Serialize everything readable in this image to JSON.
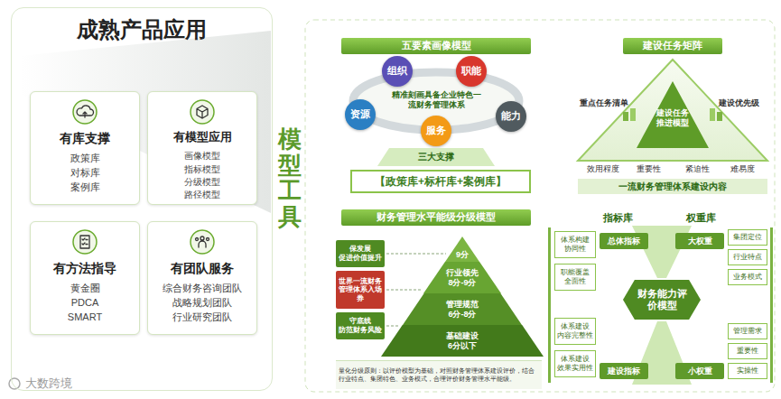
{
  "diagram": {
    "nodes": [
      {
        "text": [
          "成熟产品应用"
        ]
      },
      {
        "text": [
          "有库支撑",
          "政策库 对标库 案例库"
        ],
        "in": 0
      },
      {
        "text": [
          "有模型应用",
          "画像模型 指标模型 分级模型 路径模型"
        ],
        "in": 0
      },
      {
        "text": [
          "有方法指导",
          "黄金圈 PDCA SMART"
        ],
        "in": 0
      },
      {
        "text": [
          "有团队服务",
          "综合财务咨询团队 战略规划团队 行业研究团队"
        ],
        "in": 0
      },
      {
        "text": [
          "五要素画像模型"
        ]
      },
      {
        "text": [
          "精准刻画具备企业特色一流财务管理体系"
        ]
      },
      {
        "text": [
          "组织"
        ]
      },
      {
        "text": [
          "职能"
        ]
      },
      {
        "text": [
          "资源"
        ]
      },
      {
        "text": [
          "能力"
        ]
      },
      {
        "text": [
          "服务"
        ]
      },
      {
        "text": [
          "三大支撑"
        ]
      },
      {
        "text": [
          "【政策库+标杆库+案例库】"
        ]
      },
      {
        "text": [
          "建设任务矩阵"
        ]
      },
      {
        "text": [
          "建设任务推进模型"
        ]
      },
      {
        "text": [
          "一流财务管理体系建设内容"
        ]
      },
      {
        "text": [
          "财务管理水平能级分级模型"
        ]
      },
      {
        "text": [
          "保发展",
          "促进价值提升"
        ]
      },
      {
        "text": [
          "世界一流财务管理体系入场券"
        ]
      },
      {
        "text": [
          "守底线",
          "防范财务风险"
        ]
      },
      {
        "text": [
          "9分"
        ]
      },
      {
        "text": [
          "行业领先",
          "8分-9分"
        ]
      },
      {
        "text": [
          "管理规范",
          "6分-8分"
        ]
      },
      {
        "text": [
          "基础建设",
          "6分以下"
        ]
      },
      {
        "text": [
          "量化分级原则：以评价模型为基础，对照财务管理体系建设评价，结合行业特点、集团特色、业务模式，合理评价财务管理水平能级。"
        ]
      },
      {
        "text": [
          "财务能力评价模型"
        ]
      },
      {
        "text": [
          "总体指标"
        ]
      },
      {
        "text": [
          "体系构建 协同性"
        ]
      },
      {
        "text": [
          "职能覆盖 全面性"
        ]
      },
      {
        "text": [
          "大权重"
        ]
      },
      {
        "text": [
          "集团定位"
        ]
      },
      {
        "text": [
          "行业特点"
        ]
      },
      {
        "text": [
          "业务模式"
        ]
      },
      {
        "text": [
          "建设指标"
        ]
      },
      {
        "text": [
          "体系建设 内容完整性"
        ]
      },
      {
        "text": [
          "体系建设 效果实用性"
        ]
      },
      {
        "text": [
          "小权重"
        ]
      },
      {
        "text": [
          "管理需求"
        ]
      },
      {
        "text": [
          "重要性"
        ]
      },
      {
        "text": [
          "实操性"
        ]
      }
    ],
    "labels": [
      "模型工具",
      "重点任务清单",
      "建设优先级",
      "效用程度",
      "重要性",
      "紧迫性",
      "难易度",
      "指标库",
      "权重库",
      "大数跨境"
    ]
  }
}
